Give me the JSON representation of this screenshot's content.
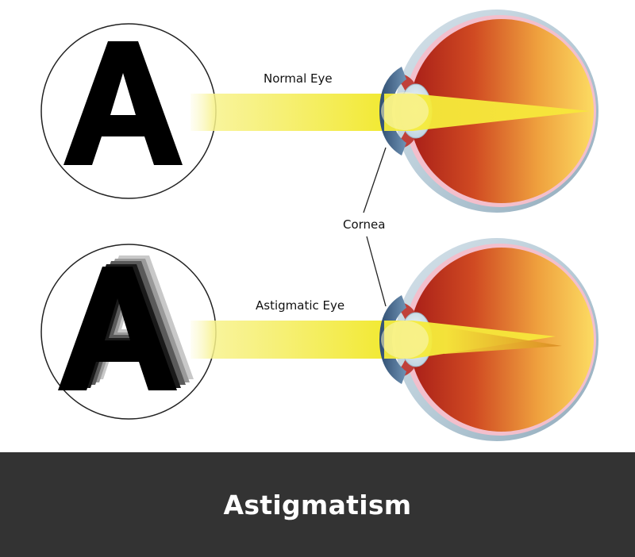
{
  "diagram": {
    "normal_label": "Normal Eye",
    "astigmatic_label": "Astigmatic Eye",
    "cornea_label": "Cornea",
    "chart_letter": "A"
  },
  "footer": {
    "title": "Astigmatism"
  },
  "colors": {
    "footer_bg": "#333333",
    "light_beam": "#F4EC2E",
    "eye_inner_dark": "#B0221A",
    "eye_inner_light": "#FBD560",
    "sclera_pink": "#F2B8C8",
    "cornea_blue": "#4A6F96"
  }
}
